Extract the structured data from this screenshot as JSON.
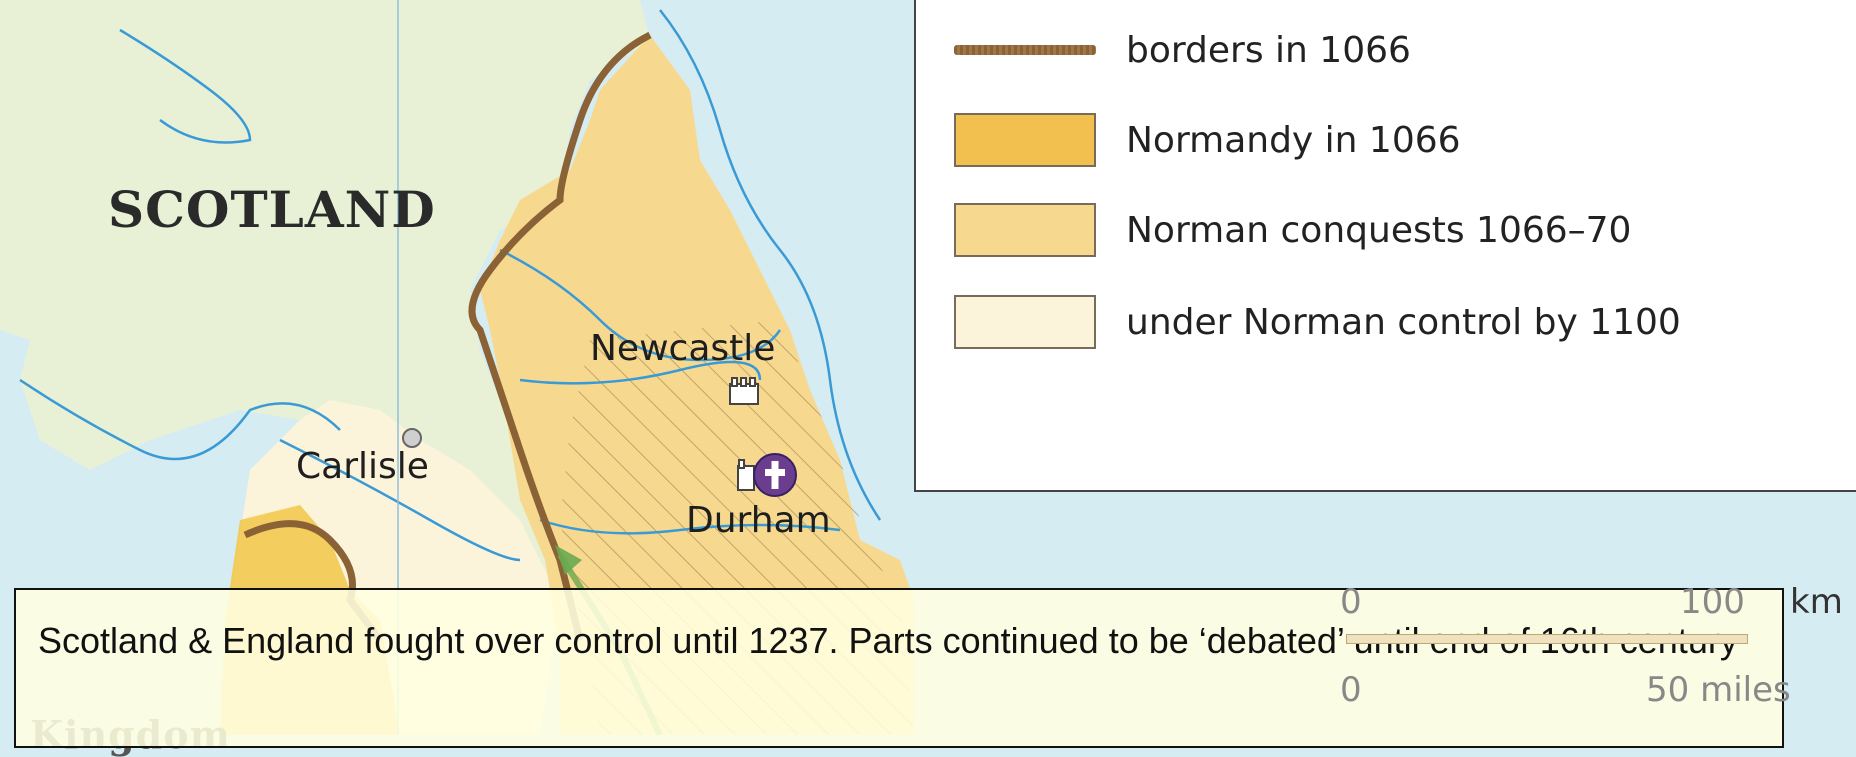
{
  "map": {
    "region_label": "SCOTLAND",
    "partial_label": "Kingdom",
    "places": {
      "newcastle": "Newcastle",
      "carlisle": "Carlisle",
      "durham": "Durham"
    },
    "icons": [
      "castle-icon",
      "cathedral-cross-icon",
      "town-dot-icon",
      "campaign-arrow-icon"
    ],
    "colors": {
      "sea": "#d6ecf3",
      "scotland_land": "#e8f1d6",
      "normandy_1066": "#f2c04e",
      "conquests_1066_70": "#f6d98f",
      "control_by_1100": "#fcf4da",
      "border_line": "#8a6236",
      "river": "#3a9ad6"
    }
  },
  "legend": {
    "items": [
      {
        "label": "borders in 1066"
      },
      {
        "label": "Normandy in 1066"
      },
      {
        "label": "Norman conquests 1066–70"
      },
      {
        "label": "under Norman control by 1100"
      }
    ]
  },
  "scale": {
    "km_start": "0",
    "km_end": "100",
    "km_unit": "km",
    "mi_start": "0",
    "mi_end": "50 miles"
  },
  "caption": {
    "text": "Scotland & England fought over control until 1237. Parts continued to be ‘debated’ until end of 16th century"
  }
}
